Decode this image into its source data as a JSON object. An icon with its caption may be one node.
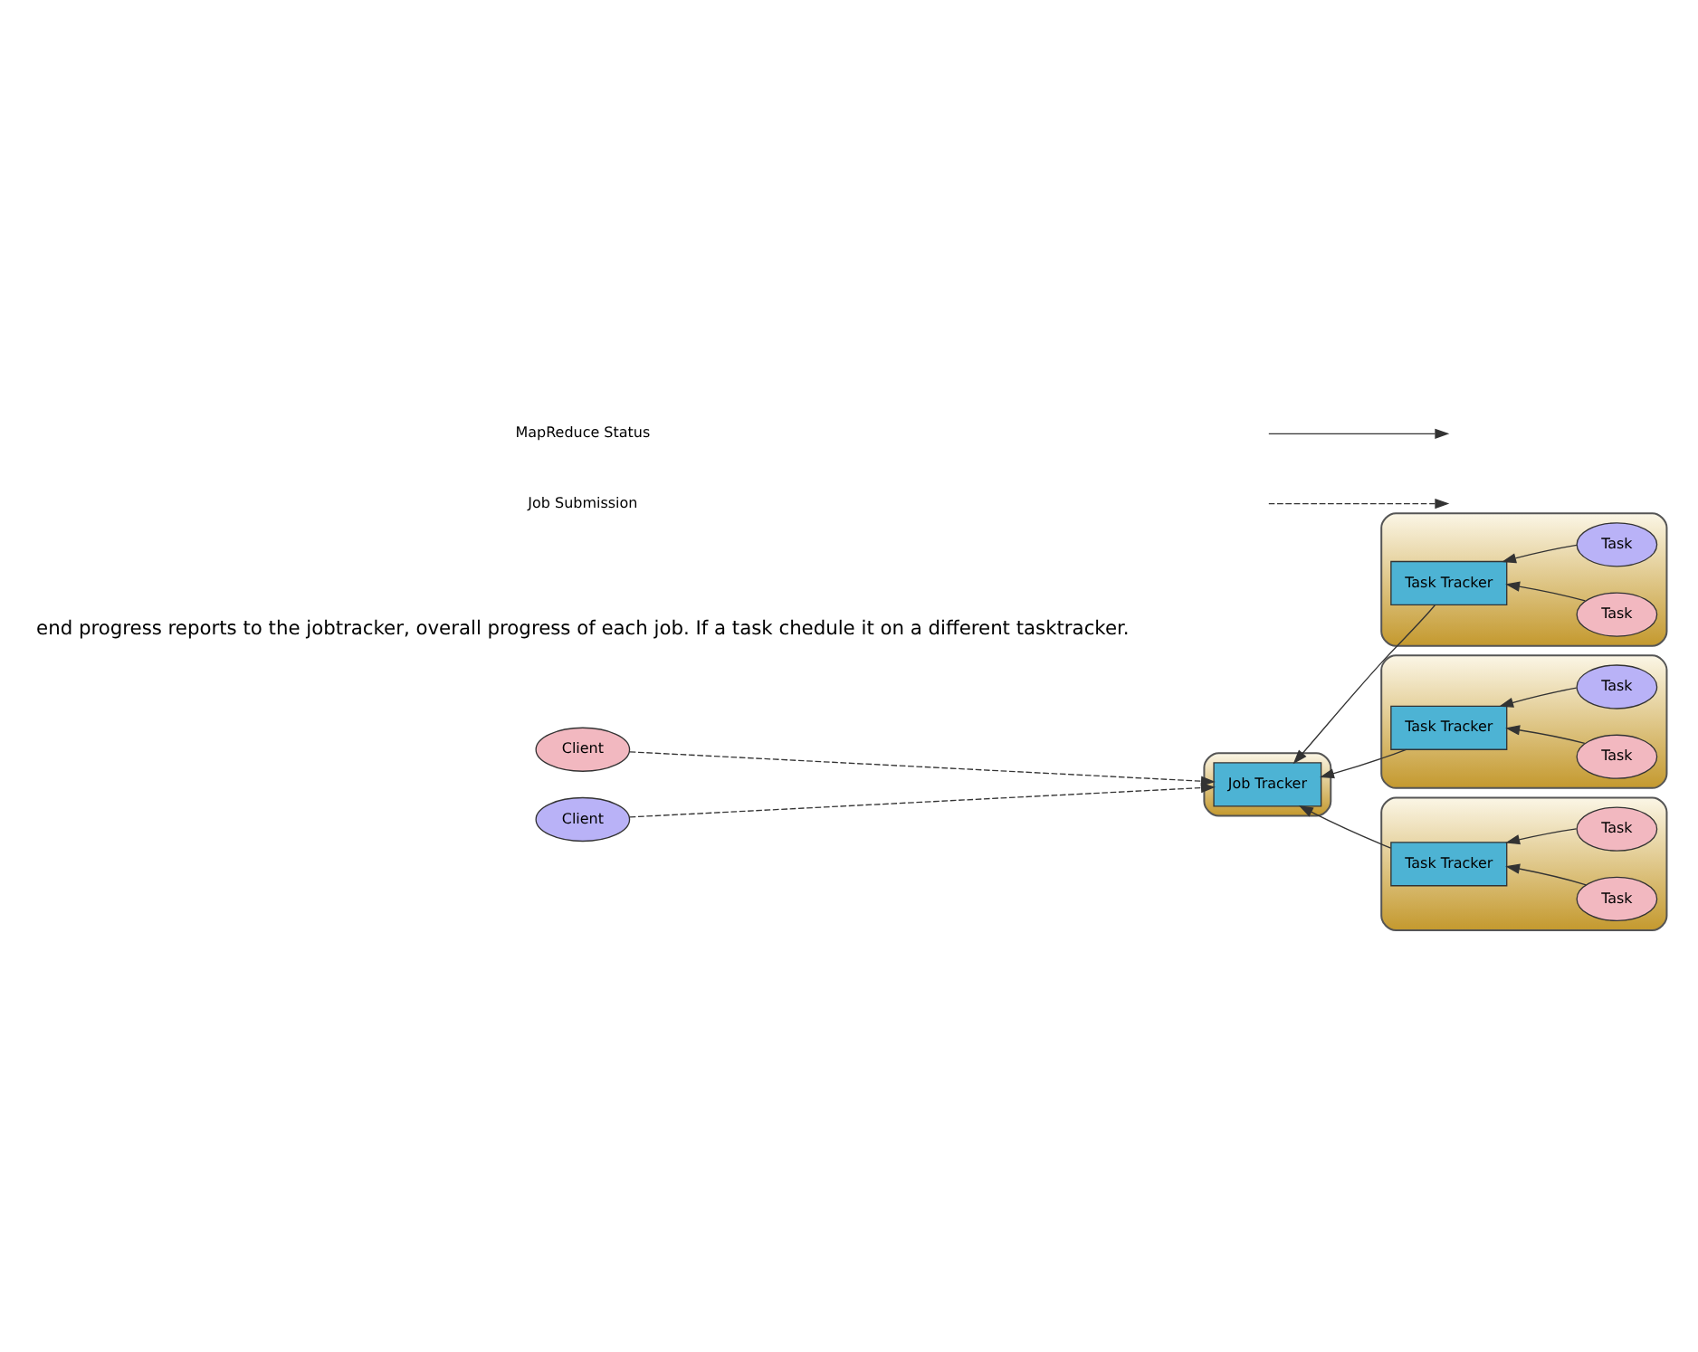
{
  "diagram": {
    "nodes": [
      {
        "text": [
          "Client"
        ]
      },
      {
        "text": [
          "Client"
        ]
      },
      {
        "text": [],
        "shape": "box"
      },
      {
        "text": [
          "Job Tracker"
        ],
        "in": 2
      },
      {
        "text": [],
        "shape": "box"
      },
      {
        "text": [
          "Task Tracker"
        ],
        "in": 4
      },
      {
        "text": [
          "Task"
        ],
        "in": 4
      },
      {
        "text": [
          "Task"
        ],
        "in": 4
      },
      {
        "text": [],
        "shape": "box"
      },
      {
        "text": [
          "Task Tracker"
        ],
        "in": 8
      },
      {
        "text": [
          "Task"
        ],
        "in": 8
      },
      {
        "text": [
          "Task"
        ],
        "in": 8
      },
      {
        "text": [],
        "shape": "box"
      },
      {
        "text": [
          "Task Tracker"
        ],
        "in": 12
      },
      {
        "text": [
          "Task"
        ],
        "in": 12
      },
      {
        "text": [
          "Task"
        ],
        "in": 12
      }
    ],
    "edges": [
      {
        "from": 0,
        "to": 3,
        "arrow": "to",
        "style": "dashed"
      },
      {
        "from": 1,
        "to": 3,
        "arrow": "to",
        "style": "dashed"
      },
      {
        "from": 5,
        "to": 3,
        "arrow": "to"
      },
      {
        "from": 9,
        "to": 3,
        "arrow": "to"
      },
      {
        "from": 13,
        "to": 3,
        "arrow": "to"
      },
      {
        "from": 6,
        "to": 5,
        "arrow": "to"
      },
      {
        "from": 7,
        "to": 5,
        "arrow": "to"
      },
      {
        "from": 10,
        "to": 9,
        "arrow": "to"
      },
      {
        "from": 11,
        "to": 9,
        "arrow": "to"
      },
      {
        "from": 14,
        "to": 13,
        "arrow": "to"
      },
      {
        "from": 15,
        "to": 13,
        "arrow": "to"
      }
    ],
    "labels": [
      "end progress reports to the jobtracker, overall progress of each job. If a task chedule it on a different tasktracker."
    ],
    "legend": [
      {
        "text": "MapReduce Status"
      },
      {
        "text": "Job Submission"
      }
    ]
  }
}
